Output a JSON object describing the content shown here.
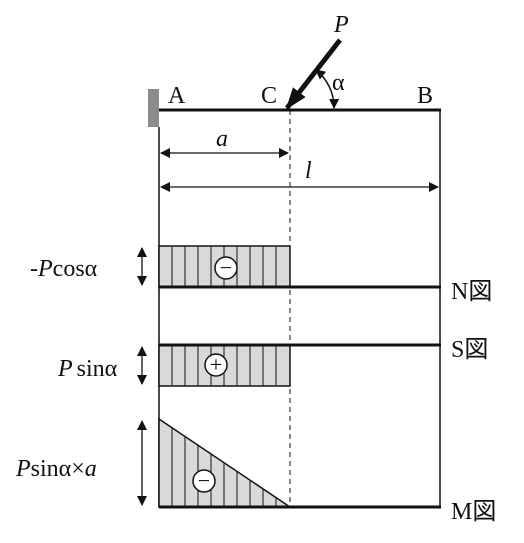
{
  "beam": {
    "point_a": "A",
    "point_c": "C",
    "point_b": "B",
    "load_symbol": "P",
    "angle_symbol": "α",
    "dim_a": "a",
    "dim_l": "l"
  },
  "diagrams": {
    "n": {
      "name": "N図",
      "magnitude_prefix": "-",
      "magnitude_symbol": "P",
      "magnitude_suffix": "cosα",
      "sign": "−"
    },
    "s": {
      "name": "S図",
      "magnitude_symbol": "P",
      "magnitude_suffix": "sinα",
      "sign": "+"
    },
    "m": {
      "name": "M図",
      "magnitude_symbol": "P",
      "magnitude_middle": "sinα×",
      "magnitude_suffix": "a",
      "sign": "−"
    }
  },
  "colors": {
    "line": "#111111",
    "hatch_fill": "#d9d9d9",
    "support": "#8c8c8c"
  }
}
